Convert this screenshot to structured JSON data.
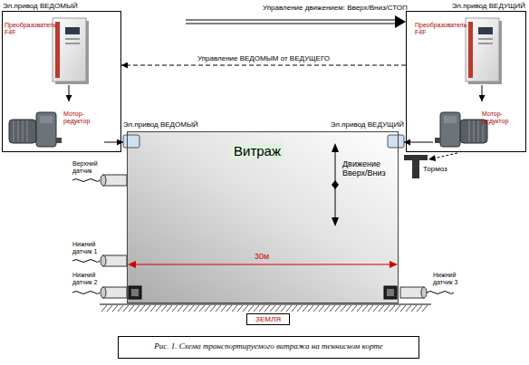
{
  "diagram": {
    "caption": "Рис. 1. Схема транспортируемого витража на теннисном корте",
    "nodes": [
      {
        "text": [
          "Эл.привод ВЕДОМЫЙ"
        ]
      },
      {
        "text": [
          "Преобразователь F4F"
        ],
        "in": 0
      },
      {
        "text": [
          "Мотор-редуктор"
        ],
        "in": 0
      },
      {
        "text": [
          "Эл.привод ВЕДУЩИЙ"
        ]
      },
      {
        "text": [
          "Преобразователь F4F"
        ],
        "in": 3
      },
      {
        "text": [
          "Мотор-редуктор"
        ],
        "in": 3
      },
      {
        "text": [
          "Витраж"
        ]
      },
      {
        "text": [
          "Эл.привод ВЕДОМЫЙ"
        ]
      },
      {
        "text": [
          "Эл.привод ВЕДУЩИЙ"
        ]
      },
      {
        "text": [
          "ЗЕМЛЯ"
        ]
      }
    ],
    "edges": [
      {
        "from": 1,
        "to": 2,
        "arrow": "to"
      },
      {
        "from": 4,
        "to": 5,
        "arrow": "to"
      },
      {
        "from": 2,
        "to": 7,
        "arrow": "to"
      },
      {
        "from": 5,
        "to": 8,
        "arrow": "to"
      },
      {
        "from": 3,
        "to": 0,
        "label": "Управление ВЕДОМЫМ от ВЕДУЩЕГО",
        "arrow": "to"
      }
    ],
    "labels": [
      "Управление движением: Вверх/Вниз/СТОП",
      "Движение Вверх/Вниз",
      "Тормоз",
      "Верхний датчик",
      "Нижний датчик 1",
      "Нижний датчик 2",
      "Нижний датчик 3",
      "30м"
    ]
  }
}
